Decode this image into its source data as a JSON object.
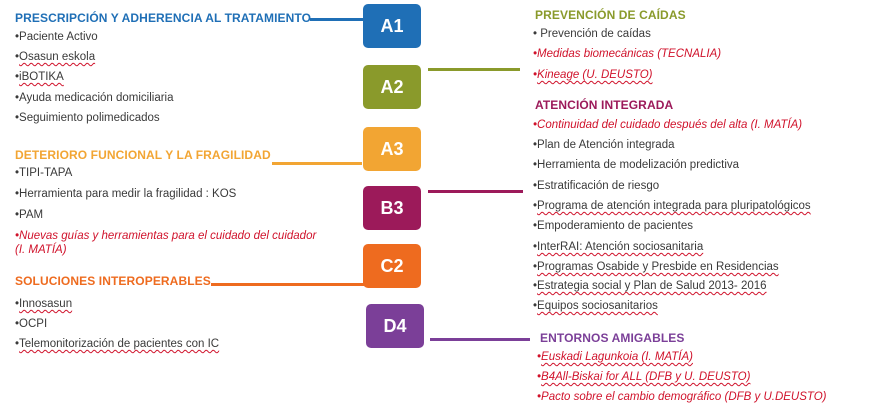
{
  "colors": {
    "A1": "#1f6fb6",
    "A2": "#8a9a2b",
    "A3": "#f2a533",
    "B3": "#9c1a5a",
    "C2": "#ee6b1f",
    "D4": "#7b3f98",
    "red_item": "#d0122b",
    "text": "#3a3a3a"
  },
  "boxes": {
    "A1": "A1",
    "A2": "A2",
    "A3": "A3",
    "B3": "B3",
    "C2": "C2",
    "D4": "D4"
  },
  "left": {
    "s1": {
      "title": "PRESCRIPCIÓN Y ADHERENCIA AL TRATAMIENTO",
      "items": [
        {
          "bullet": "•",
          "text": "Paciente Activo"
        },
        {
          "bullet": "•",
          "text": "Osasun eskola"
        },
        {
          "bullet": "•",
          "text": "iBOTIKA"
        },
        {
          "bullet": "•",
          "text": "Ayuda  medicación domiciliaria"
        },
        {
          "bullet": "•",
          "text": "Seguimiento polimedicados"
        }
      ]
    },
    "s2": {
      "title": "DETERIORO FUNCIONAL Y LA FRAGILIDAD",
      "items": [
        {
          "bullet": "•",
          "text": "TIPI-TAPA"
        },
        {
          "bullet": "•",
          "text": "Herramienta para medir la fragilidad : KOS"
        },
        {
          "bullet": "•",
          "text": "PAM"
        },
        {
          "bullet": "•",
          "text": "Nuevas guías y herramientas para el cuidado del cuidador (I. MATÍA)"
        }
      ]
    },
    "s3": {
      "title": "SOLUCIONES INTEROPERABLES",
      "items": [
        {
          "bullet": "•",
          "text": "Innosasun"
        },
        {
          "bullet": "•",
          "text": "OCPI"
        },
        {
          "bullet": "•",
          "text": "Telemonitorización  de pacientes  con IC"
        }
      ]
    }
  },
  "right": {
    "s1": {
      "title": "PREVENCIÓN DE CAÍDAS",
      "items": [
        {
          "bullet": "• ",
          "text": "Prevención de caídas"
        },
        {
          "bullet": "•",
          "text": "Medidas biomecánicas (TECNALIA)"
        },
        {
          "bullet": "•",
          "text": "Kineage (U. DEUSTO)"
        }
      ]
    },
    "s2": {
      "title": "ATENCIÓN INTEGRADA",
      "items": [
        {
          "bullet": "•",
          "text": "Continuidad del cuidado después del alta (I. MATÍA)"
        },
        {
          "bullet": "•",
          "text": "Plan de Atención integrada"
        },
        {
          "bullet": "•",
          "text": "Herramienta  de modelización predictiva"
        },
        {
          "bullet": "•",
          "text": "Estratificación de riesgo"
        },
        {
          "bullet": "•",
          "text": "Programa de atención integrada para pluripatológicos"
        },
        {
          "bullet": "•",
          "text": "Empoderamiento de pacientes"
        },
        {
          "bullet": "•",
          "text": "InterRAI: Atención sociosanitaria"
        },
        {
          "bullet": "•",
          "text": "Programas Osabide y Presbide  en Residencias"
        },
        {
          "bullet": "•",
          "text": "Estrategia social y Plan de Salud 2013- 2016"
        },
        {
          "bullet": "•",
          "text": "Equipos sociosanitarios"
        }
      ]
    },
    "s3": {
      "title": "ENTORNOS AMIGABLES",
      "items": [
        {
          "bullet": "•",
          "text": "Euskadi Lagunkoia (I. MATÍA)"
        },
        {
          "bullet": "•",
          "text": "B4All-Biskai for ALL (DFB y U. DEUSTO)"
        },
        {
          "bullet": "•",
          "text": "Pacto sobre el cambio demográfico (DFB y U.DEUSTO)"
        }
      ]
    }
  }
}
